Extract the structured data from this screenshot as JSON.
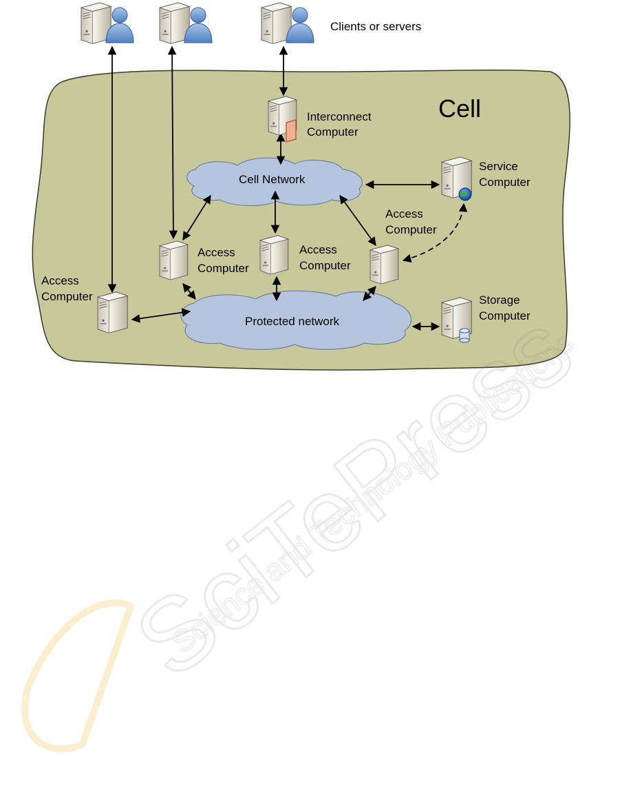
{
  "diagram": {
    "cell_label": "Cell",
    "clients_label": "Clients or servers",
    "cell_network_label": "Cell Network",
    "protected_network_label": "Protected network",
    "interconnect": [
      "Interconnect",
      "Computer"
    ],
    "service": [
      "Service",
      "Computer"
    ],
    "storage": [
      "Storage",
      "Computer"
    ],
    "access_right": [
      "Access",
      "Computer"
    ],
    "access_center": [
      "Access",
      "Computer"
    ],
    "access_left_inner": [
      "Access",
      "Computer"
    ],
    "access_far_left": [
      "Access",
      "Computer"
    ]
  },
  "watermark": {
    "brand": "SciTePress",
    "tagline": "Science and Technology Publications"
  },
  "colors": {
    "cell_fill": "#c8c99a",
    "cloud_fill": "#b5c5de",
    "user_blue": "#7aa3d4",
    "server_body": "#e9e5d8"
  }
}
